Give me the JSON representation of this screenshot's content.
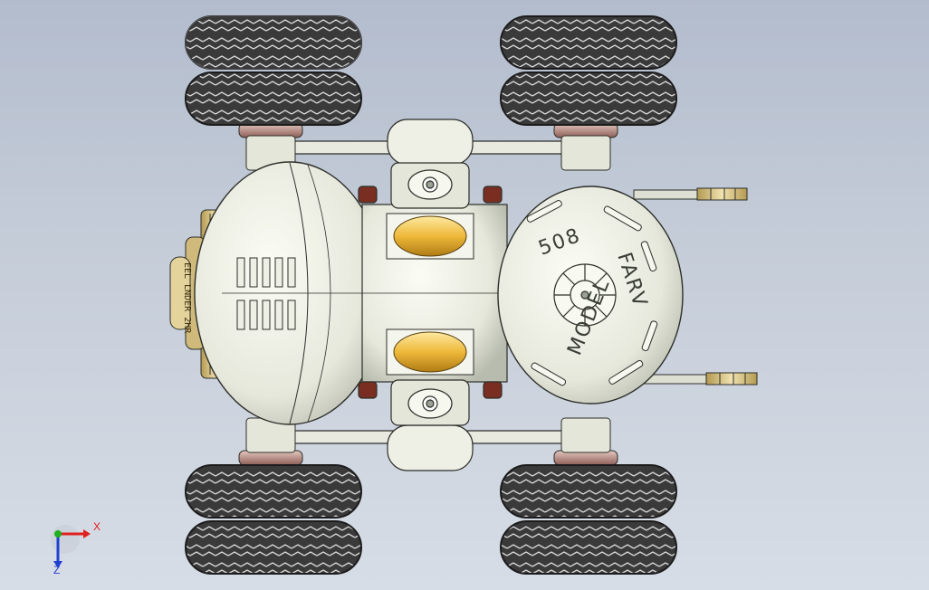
{
  "viewport": {
    "background_top": "#b3bccd",
    "background_bottom": "#d7dde6"
  },
  "model": {
    "body_color": "#eef0e6",
    "edge_color": "#2c2e29",
    "lamp_color": "#eeb83a",
    "brass_color": "#d8c48a",
    "hub_color": "#b88880",
    "tire_color": "#2e2e2e",
    "dome_markings": {
      "word_model": "MODEL",
      "number": "508",
      "word_farv": "FARV"
    },
    "nameplate_text": "EEL LNDER 2HR"
  },
  "triad": {
    "x_label": "X",
    "z_label": "Z",
    "x_color": "#e02020",
    "y_color": "#20b020",
    "z_color": "#2040d0"
  }
}
